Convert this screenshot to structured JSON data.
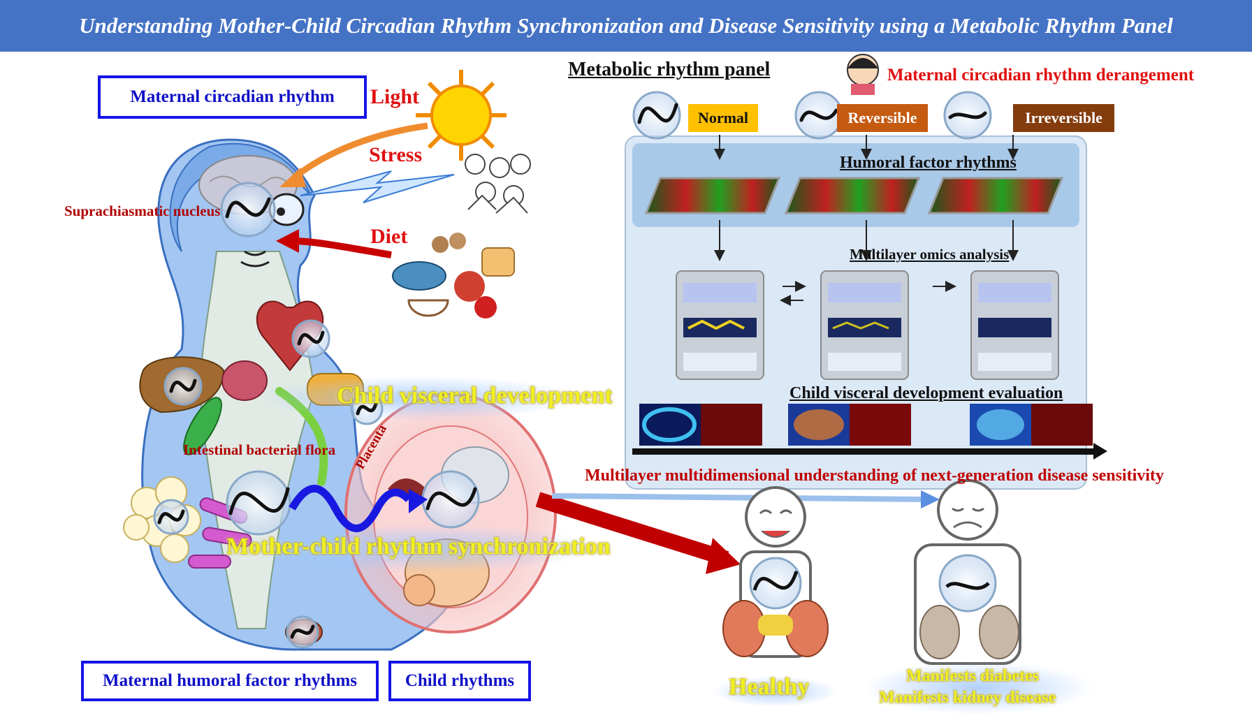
{
  "title": "Understanding Mother-Child Circadian Rhythm Synchronization and Disease Sensitivity using a Metabolic Rhythm Panel",
  "boxes": {
    "maternal_circadian": "Maternal circadian rhythm",
    "maternal_humoral": "Maternal humoral factor rhythms",
    "child_rhythms": "Child rhythms"
  },
  "inputs": {
    "light": "Light",
    "stress": "Stress",
    "diet": "Diet"
  },
  "labels": {
    "scn": "Suprachiasmatic nucleus",
    "flora": "Intestinal bacterial flora",
    "placenta": "Placenta",
    "child_visceral": "Child visceral development",
    "sync": "Mother-child rhythm synchronization"
  },
  "panel": {
    "title": "Metabolic rhythm panel",
    "derangement": "Maternal circadian rhythm derangement",
    "states": [
      "Normal",
      "Reversible",
      "Irreversible"
    ],
    "humoral": "Humoral factor rhythms",
    "omics": "Multilayer omics analysis",
    "evaluation": "Child visceral development evaluation"
  },
  "sensitivity": "Multilayer multidimensional understanding of next-generation disease sensitivity",
  "outcomes": {
    "healthy": "Healthy",
    "diabetes": "Manifests diabetes",
    "kidney": "Manifests kidney disease"
  },
  "colors": {
    "banner": "#4472c4",
    "box_border": "#1414e6",
    "normal": "#ffc000",
    "reversible": "#c55a11",
    "irreversible": "#843c0c"
  },
  "icons": [
    "sun-icon",
    "food-icon",
    "stress-crowd-icon",
    "woman-icon",
    "clock-wave-icon",
    "heart-icon",
    "kidney-icon"
  ]
}
